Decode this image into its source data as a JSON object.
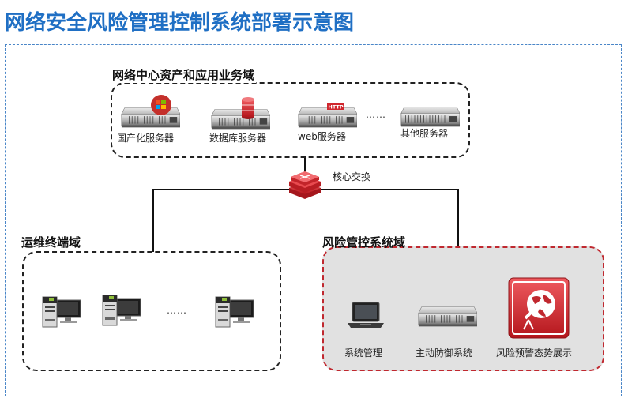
{
  "title": "网络安全风险管理控制系统部署示意图",
  "zones": {
    "datacenter": {
      "label": "网络中心资产和应用业务域",
      "servers": [
        {
          "label": "国产化服务器",
          "icon": "windows-server-icon"
        },
        {
          "label": "数据库服务器",
          "icon": "database-server-icon"
        },
        {
          "label": "web服务器",
          "icon": "http-server-icon",
          "badge": "HTTP"
        },
        {
          "label": "其他服务器",
          "icon": "server-icon"
        }
      ],
      "ellipsis": "……"
    },
    "core": {
      "label": "核心交换",
      "icon": "core-switch-icon"
    },
    "ops": {
      "label": "运维终端域",
      "ellipsis": "……"
    },
    "risk": {
      "label": "风险管控系统域",
      "items": [
        {
          "label": "系统管理",
          "icon": "laptop-icon"
        },
        {
          "label": "主动防御系统",
          "icon": "server-icon"
        },
        {
          "label": "风险预警态势展示",
          "icon": "radar-globe-icon"
        }
      ]
    }
  },
  "colors": {
    "title": "#1f6fc4",
    "outer_border": "#4a86c8",
    "risk_border": "#c0282f",
    "risk_bg": "#e1e1e1"
  }
}
